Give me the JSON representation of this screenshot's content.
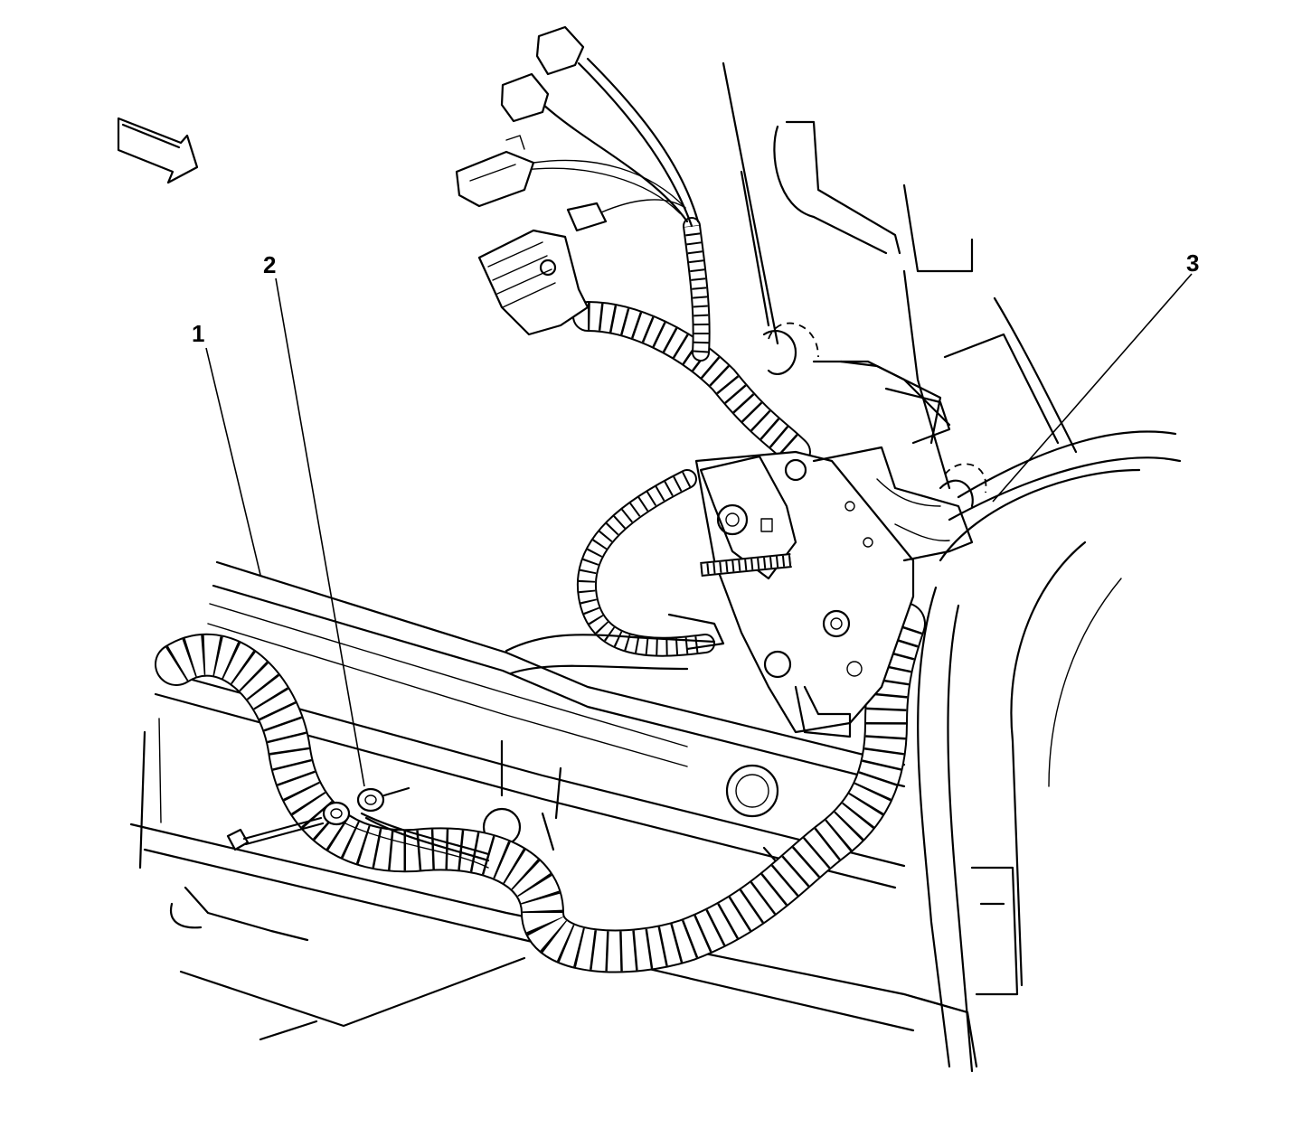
{
  "callouts": [
    {
      "id": "1",
      "label": "1"
    },
    {
      "id": "2",
      "label": "2"
    },
    {
      "id": "3",
      "label": "3"
    }
  ],
  "icons": {
    "view_arrow": "direction-arrow-icon"
  },
  "colors": {
    "line": "#000000",
    "background": "#ffffff"
  }
}
